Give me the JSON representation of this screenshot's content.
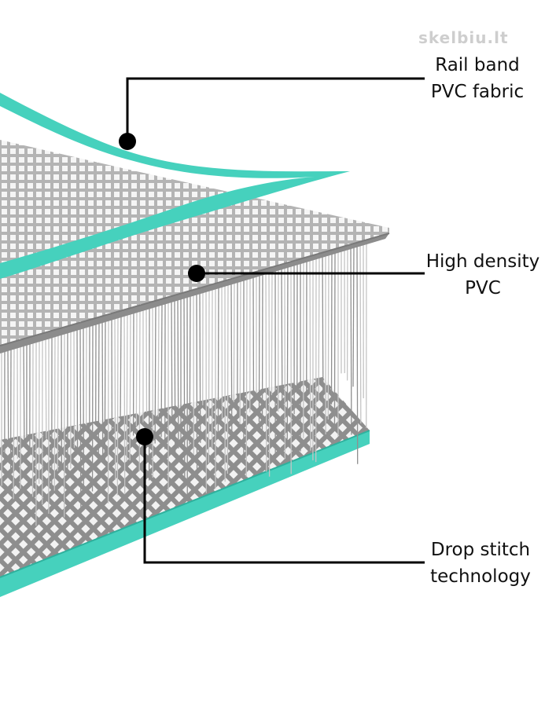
{
  "labels": {
    "rail_band": {
      "line1": "Rail band",
      "line2": "PVC fabric"
    },
    "high_density": {
      "line1": "High density",
      "line2": "PVC"
    },
    "drop_stitch": {
      "line1": "Drop stitch",
      "line2": "technology"
    }
  },
  "watermark": "skelbiu.lt",
  "colors": {
    "rail_band": "#46d1bd",
    "pvc_sheet": "#a9a9a9",
    "grid": "#ffffff",
    "threads": "#9a9a9a",
    "callout": "#000000"
  }
}
